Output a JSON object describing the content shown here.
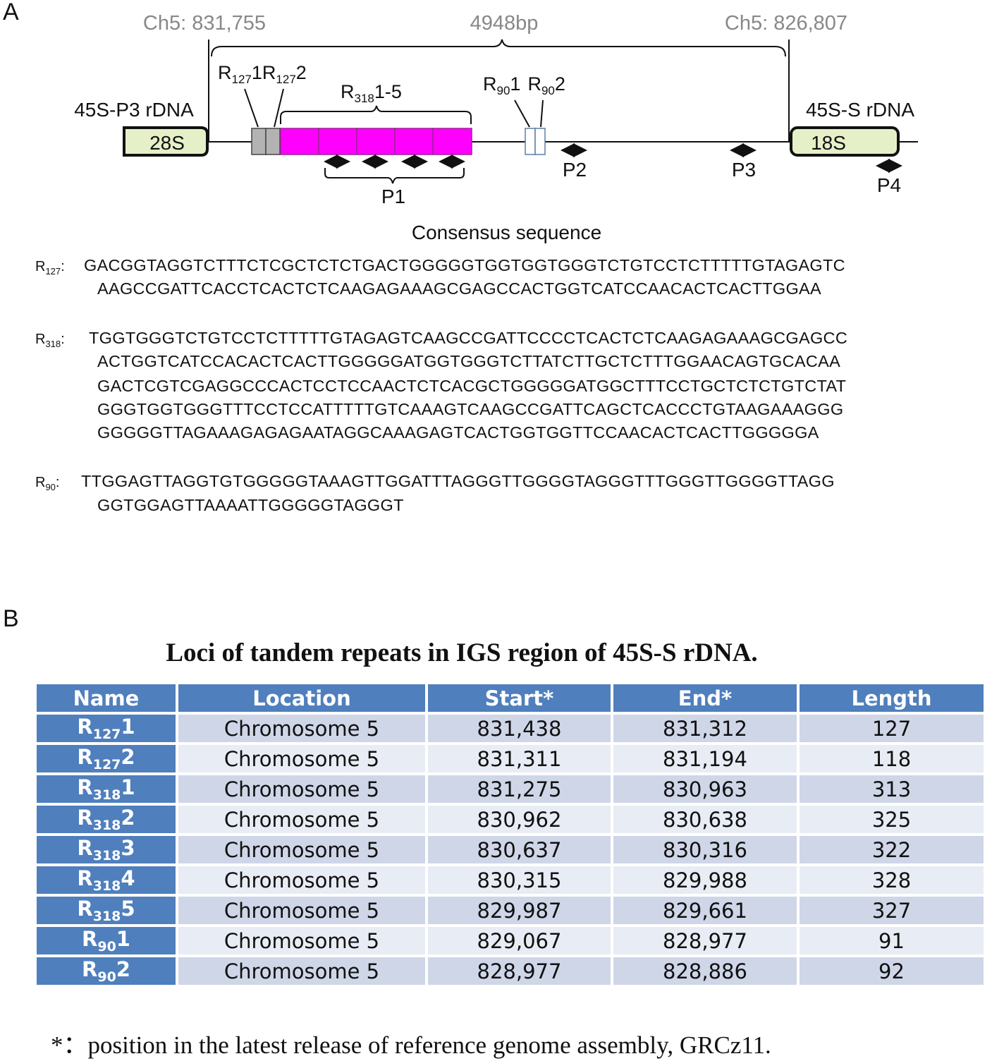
{
  "panel_a": {
    "label": "A",
    "coord_left": "Ch5: 831,755",
    "coord_right": "Ch5: 826,807",
    "span_length": "4948bp",
    "left_gene_name": "45S-P3 rDNA",
    "left_box": "28S",
    "right_gene_name": "45S-S rDNA",
    "right_box": "18S",
    "r127_label": {
      "r1": "R",
      "s1": "127",
      "t1": "1",
      "r2": "R",
      "s2": "127",
      "t2": "2"
    },
    "r318_label": {
      "r": "R",
      "s": "318",
      "t": "1-5"
    },
    "r90_label": {
      "r1": "R",
      "s1": "90",
      "t1": "1",
      "r2": "R",
      "s2": "90",
      "t2": "2"
    },
    "primers": [
      "P1",
      "P2",
      "P3",
      "P4"
    ],
    "colors": {
      "r318_fill": "#ff00ff",
      "r127_fill": "#b3b3b3",
      "gene_box_fill": "#e6f0c8",
      "r90_stroke": "#5b7fa6"
    }
  },
  "sequences": {
    "title": "Consensus sequence",
    "items": [
      {
        "name": "R",
        "sub": "127",
        "lines": [
          "GACGGTAGGTCTTTCTCGCTCTCTGACTGGGGGTGGTGGTGGGTCTGTCCTCTTTTTGTAGAGTC",
          "AAGCCGATTCACCTCACTCTCAAGAGAAAGCGAGCCACTGGTCATCCAACACTCACTTGGAA"
        ]
      },
      {
        "name": "R",
        "sub": "318",
        "lines": [
          "TGGTGGGTCTGTCCTCTTTTTGTAGAGTCAAGCCGATTCCCCTCACTCTCAAGAGAAAGCGAGCC",
          "ACTGGTCATCCACACTCACTTGGGGGATGGTGGGTCTTATCTTGCTCTTTGGAACAGTGCACAA",
          "GACTCGTCGAGGCCCACTCCTCCAACTCTCACGCTGGGGGATGGCTTTCCTGCTCTCTGTCTAT",
          "GGGTGGTGGGTTTCCTCCATTTTTGTCAAAGTCAAGCCGATTCAGCTCACCCTGTAAGAAAGGG",
          "GGGGGTTAGAAAGAGAGAATAGGCAAAGAGTCACTGGTGGTTCCAACACTCACTTGGGGGA"
        ]
      },
      {
        "name": "R",
        "sub": "90",
        "lines": [
          "TTGGAGTTAGGTGTGGGGGTAAAGTTGGATTTAGGGTTGGGGTAGGGTTTGGGTTGGGGTTAGG",
          "GGTGGAGTTAAAATTGGGGGTAGGGT"
        ]
      }
    ]
  },
  "panel_b": {
    "label": "B",
    "title": "Loci of tandem repeats in IGS region of 45S-S rDNA.",
    "headers": [
      "Name",
      "Location",
      "Start*",
      "End*",
      "Length"
    ],
    "rows": [
      {
        "name": "R",
        "sub": "127",
        "num": "1",
        "location": "Chromosome 5",
        "start": "831,438",
        "end": "831,312",
        "length": "127"
      },
      {
        "name": "R",
        "sub": "127",
        "num": "2",
        "location": "Chromosome 5",
        "start": "831,311",
        "end": "831,194",
        "length": "118"
      },
      {
        "name": "R",
        "sub": "318",
        "num": "1",
        "location": "Chromosome 5",
        "start": "831,275",
        "end": "830,963",
        "length": "313"
      },
      {
        "name": "R",
        "sub": "318",
        "num": "2",
        "location": "Chromosome 5",
        "start": "830,962",
        "end": "830,638",
        "length": "325"
      },
      {
        "name": "R",
        "sub": "318",
        "num": "3",
        "location": "Chromosome 5",
        "start": "830,637",
        "end": "830,316",
        "length": "322"
      },
      {
        "name": "R",
        "sub": "318",
        "num": "4",
        "location": "Chromosome 5",
        "start": "830,315",
        "end": "829,988",
        "length": "328"
      },
      {
        "name": "R",
        "sub": "318",
        "num": "5",
        "location": "Chromosome 5",
        "start": "829,987",
        "end": "829,661",
        "length": "327"
      },
      {
        "name": "R",
        "sub": "90",
        "num": "1",
        "location": "Chromosome 5",
        "start": "829,067",
        "end": "828,977",
        "length": "91"
      },
      {
        "name": "R",
        "sub": "90",
        "num": "2",
        "location": "Chromosome 5",
        "start": "828,977",
        "end": "828,886",
        "length": "92"
      }
    ],
    "footnote": "*：position in the latest release of reference genome assembly, GRCz11."
  }
}
